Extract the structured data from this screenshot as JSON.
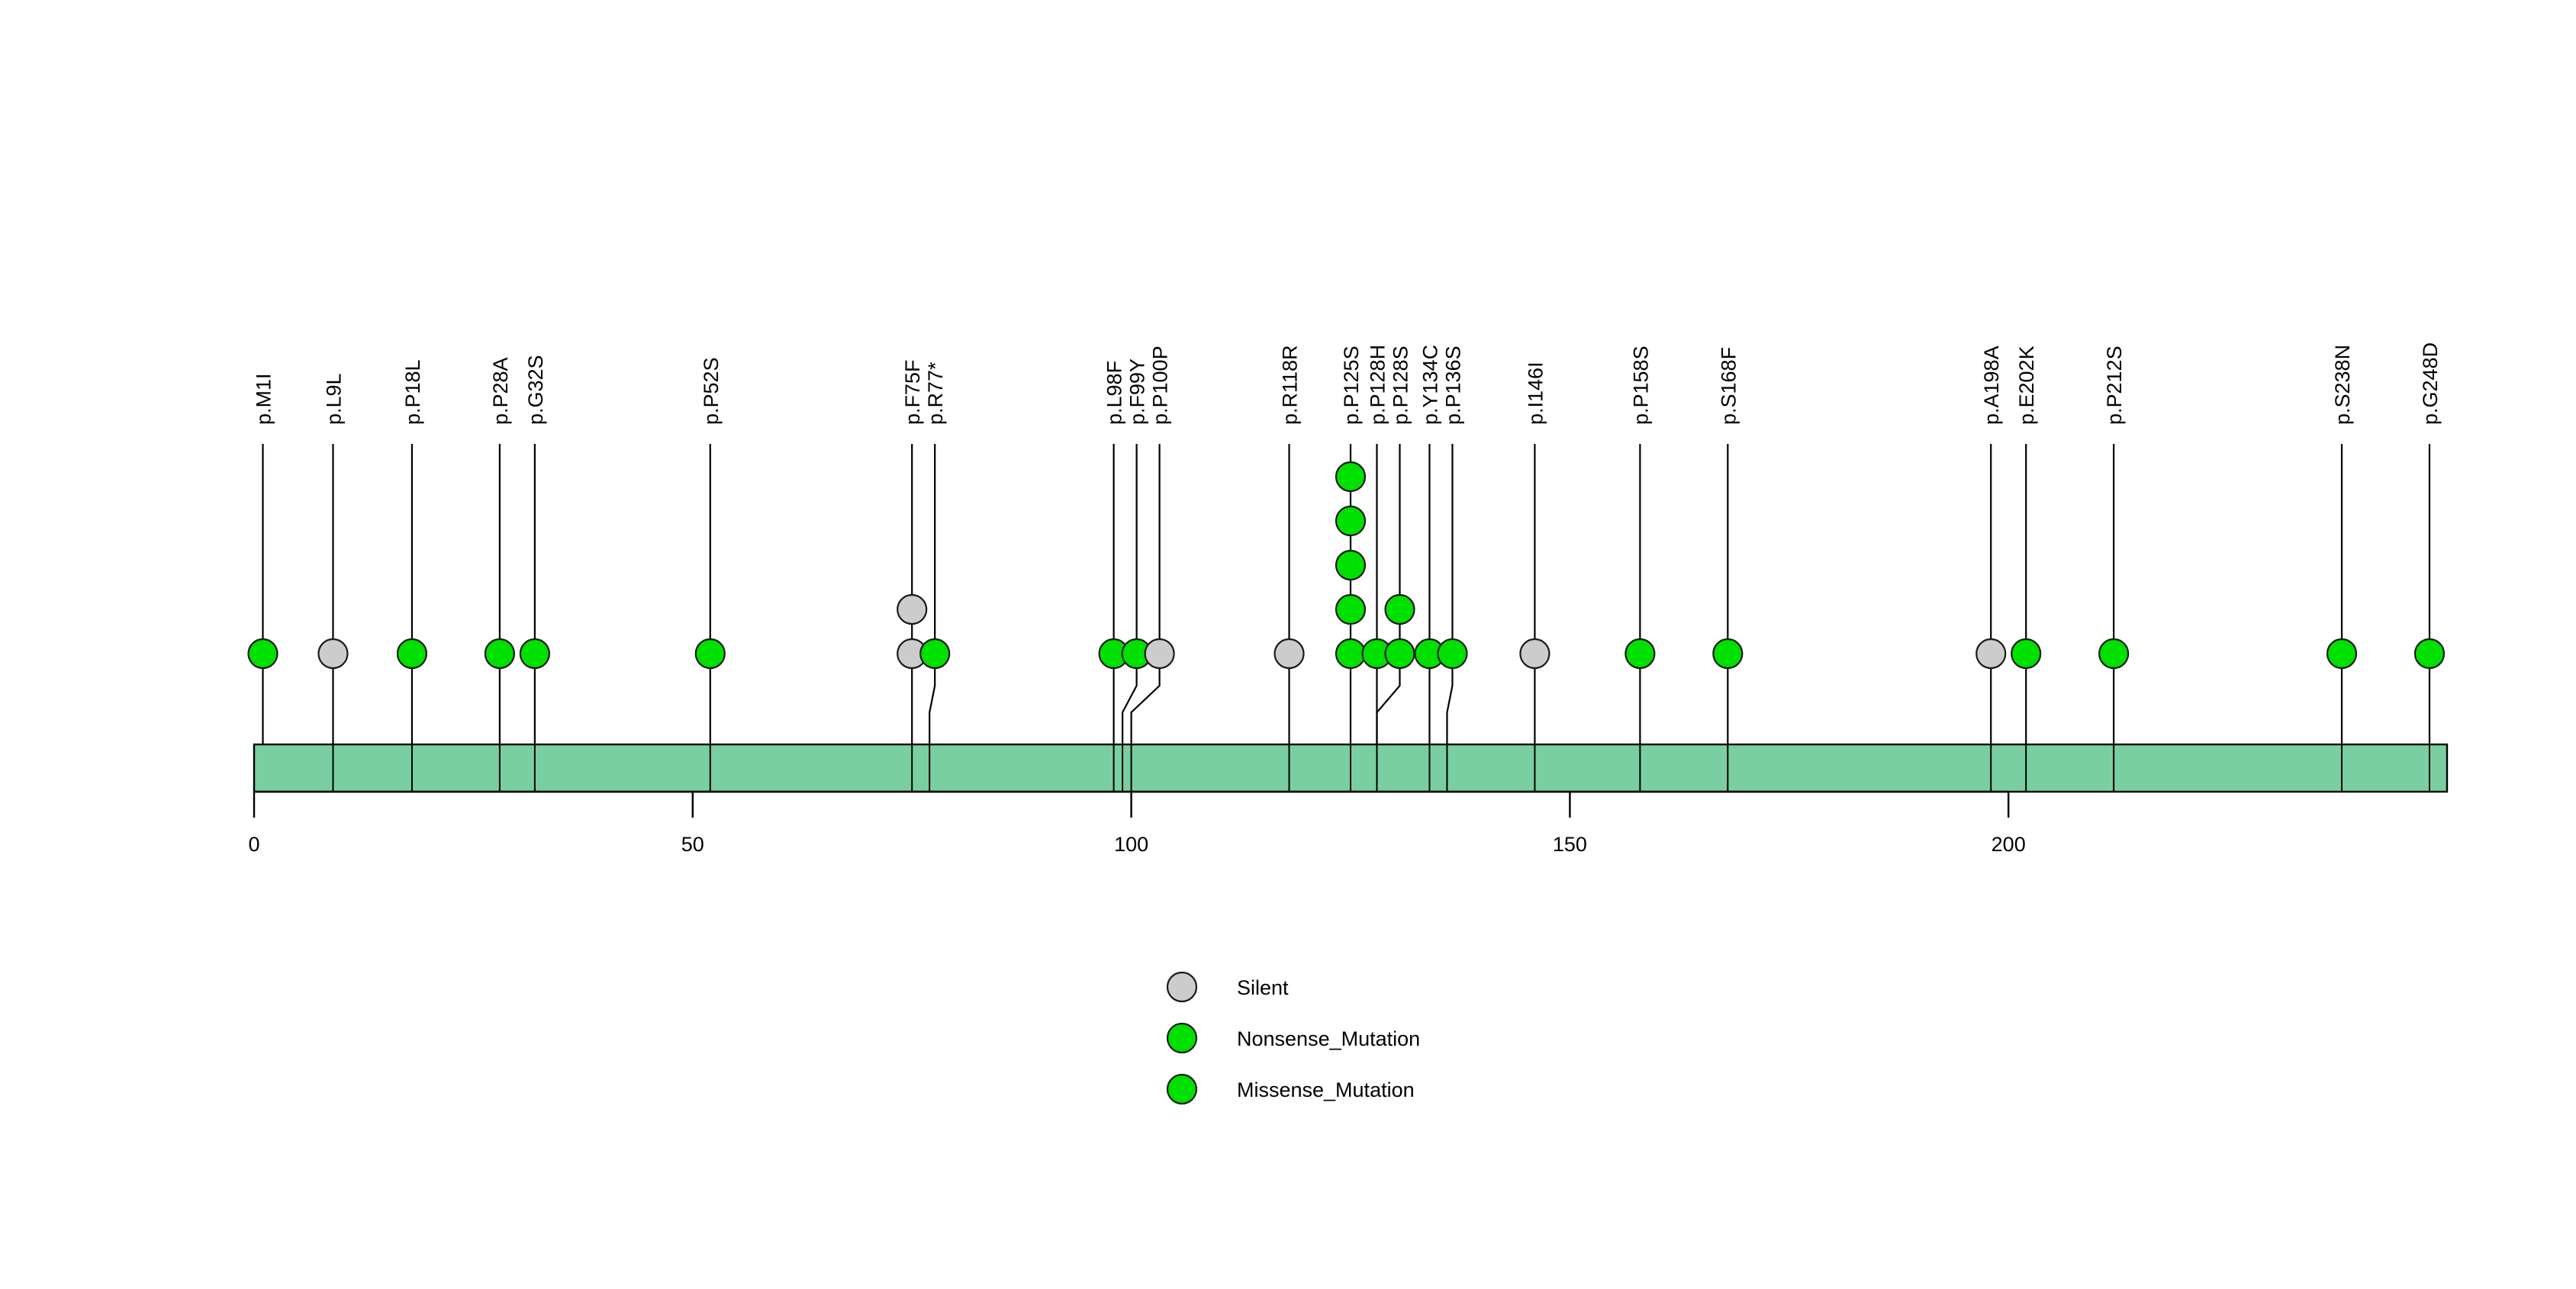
{
  "chart_data": {
    "type": "lollipop",
    "title": "",
    "xlabel": "",
    "ylabel": "",
    "xlim": [
      0,
      250
    ],
    "axis_ticks": [
      {
        "value": 0,
        "label": "0"
      },
      {
        "value": 50,
        "label": "50"
      },
      {
        "value": 100,
        "label": "100"
      },
      {
        "value": 150,
        "label": "150"
      },
      {
        "value": 200,
        "label": "200"
      }
    ],
    "protein_length": 250,
    "protein_bar_color": "#7ACFA0",
    "grid": false,
    "legend_position": "bottom-center",
    "colors": {
      "silent": "#CCCCCC",
      "nonsense": "#00E000",
      "missense": "#00E000",
      "outline": "#1a1a1a"
    },
    "mutations": [
      {
        "label": "p.M1I",
        "position": 1,
        "count": 1,
        "type": "Missense_Mutation",
        "color": "#00E000"
      },
      {
        "label": "p.L9L",
        "position": 9,
        "count": 1,
        "type": "Silent",
        "color": "#CCCCCC"
      },
      {
        "label": "p.P18L",
        "position": 18,
        "count": 1,
        "type": "Missense_Mutation",
        "color": "#00E000"
      },
      {
        "label": "p.P28A",
        "position": 28,
        "count": 1,
        "type": "Missense_Mutation",
        "color": "#00E000"
      },
      {
        "label": "p.G32S",
        "position": 32,
        "count": 1,
        "type": "Missense_Mutation",
        "color": "#00E000"
      },
      {
        "label": "p.P52S",
        "position": 52,
        "count": 1,
        "type": "Missense_Mutation",
        "color": "#00E000"
      },
      {
        "label": "p.F75F",
        "position": 75,
        "count": 2,
        "type": "Silent",
        "color": "#CCCCCC"
      },
      {
        "label": "p.R77*",
        "position": 77,
        "count": 1,
        "type": "Nonsense_Mutation",
        "color": "#00E000"
      },
      {
        "label": "p.L98F",
        "position": 98,
        "count": 1,
        "type": "Missense_Mutation",
        "color": "#00E000"
      },
      {
        "label": "p.F99Y",
        "position": 99,
        "count": 1,
        "type": "Missense_Mutation",
        "color": "#00E000"
      },
      {
        "label": "p.P100P",
        "position": 100,
        "count": 1,
        "type": "Silent",
        "color": "#CCCCCC"
      },
      {
        "label": "p.R118R",
        "position": 118,
        "count": 1,
        "type": "Silent",
        "color": "#CCCCCC"
      },
      {
        "label": "p.P125S",
        "position": 125,
        "count": 5,
        "type": "Missense_Mutation",
        "color": "#00E000"
      },
      {
        "label": "p.P128H",
        "position": 128,
        "count": 1,
        "type": "Missense_Mutation",
        "color": "#00E000"
      },
      {
        "label": "p.P128S",
        "position": 128,
        "count": 2,
        "type": "Missense_Mutation",
        "color": "#00E000"
      },
      {
        "label": "p.Y134C",
        "position": 134,
        "count": 1,
        "type": "Missense_Mutation",
        "color": "#00E000"
      },
      {
        "label": "p.P136S",
        "position": 136,
        "count": 1,
        "type": "Missense_Mutation",
        "color": "#00E000"
      },
      {
        "label": "p.I146I",
        "position": 146,
        "count": 1,
        "type": "Silent",
        "color": "#CCCCCC"
      },
      {
        "label": "p.P158S",
        "position": 158,
        "count": 1,
        "type": "Missense_Mutation",
        "color": "#00E000"
      },
      {
        "label": "p.S168F",
        "position": 168,
        "count": 1,
        "type": "Missense_Mutation",
        "color": "#00E000"
      },
      {
        "label": "p.A198A",
        "position": 198,
        "count": 1,
        "type": "Silent",
        "color": "#CCCCCC"
      },
      {
        "label": "p.E202K",
        "position": 202,
        "count": 1,
        "type": "Missense_Mutation",
        "color": "#00E000"
      },
      {
        "label": "p.P212S",
        "position": 212,
        "count": 1,
        "type": "Missense_Mutation",
        "color": "#00E000"
      },
      {
        "label": "p.S238N",
        "position": 238,
        "count": 1,
        "type": "Missense_Mutation",
        "color": "#00E000"
      },
      {
        "label": "p.G248D",
        "position": 248,
        "count": 1,
        "type": "Missense_Mutation",
        "color": "#00E000"
      }
    ],
    "domain_boundaries": [
      0,
      9,
      18,
      28,
      32,
      52,
      75,
      77,
      98,
      99,
      100,
      118,
      125,
      128,
      134,
      136,
      146,
      158,
      168,
      198,
      202,
      212,
      238,
      248,
      250
    ],
    "legend": [
      {
        "label": "Silent",
        "color": "#CCCCCC"
      },
      {
        "label": "Nonsense_Mutation",
        "color": "#00E000"
      },
      {
        "label": "Missense_Mutation",
        "color": "#00E000"
      }
    ]
  }
}
